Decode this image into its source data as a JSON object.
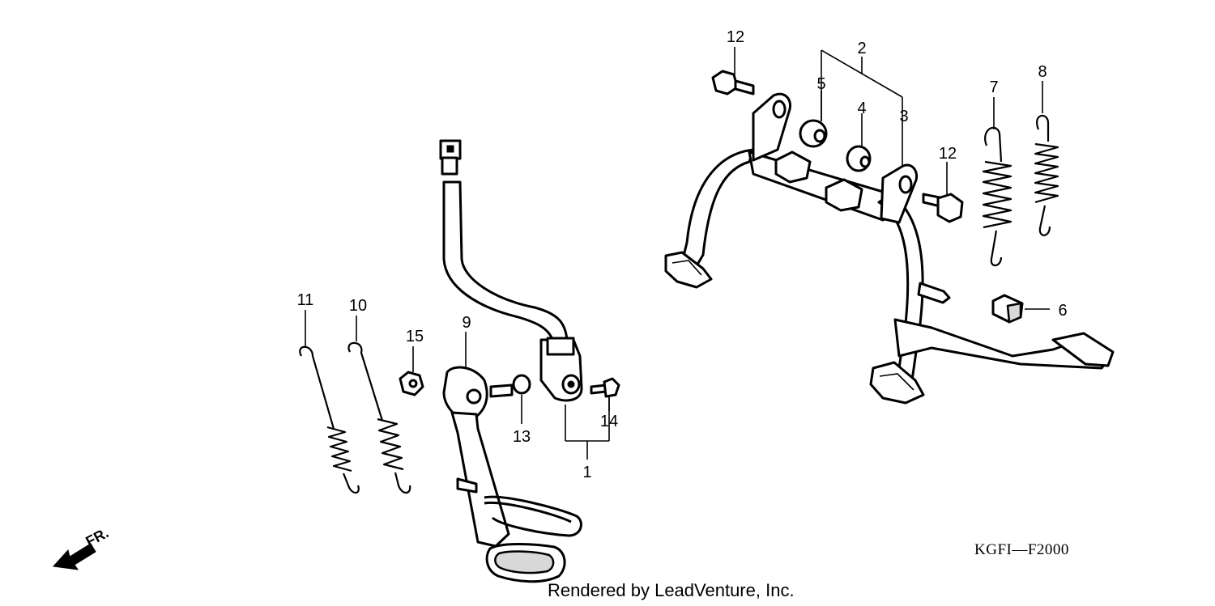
{
  "diagram": {
    "callouts": [
      "1",
      "2",
      "3",
      "4",
      "5",
      "6",
      "7",
      "8",
      "9",
      "10",
      "11",
      "12",
      "12",
      "13",
      "14",
      "15"
    ],
    "direction_label": "FR.",
    "diagram_code": "KGFI—F2000",
    "credit": "Rendered by LeadVenture, Inc."
  }
}
